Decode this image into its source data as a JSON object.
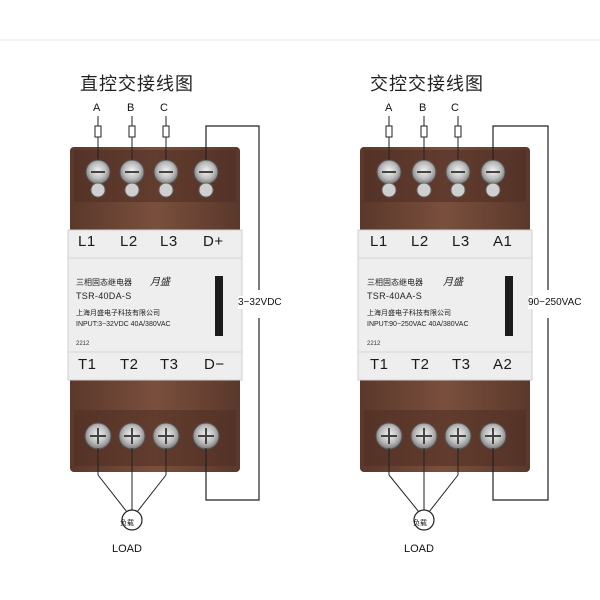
{
  "relays": [
    {
      "title": "直控交接线图",
      "phases": [
        "A",
        "B",
        "C"
      ],
      "top_terminals": [
        "L1",
        "L2",
        "L3",
        "D+"
      ],
      "bottom_terminals": [
        "T1",
        "T2",
        "T3",
        "D−"
      ],
      "name_cn": "三相固态继电器",
      "brand": "月盛",
      "model": "TSR-40DA-S",
      "company": "上海月盛电子科技有限公司",
      "spec": "INPUT:3−32VDC  40A/380VAC",
      "code": "2212",
      "control_voltage": "3−32VDC",
      "load_cn": "负载",
      "load": "LOAD"
    },
    {
      "title": "交控交接线图",
      "phases": [
        "A",
        "B",
        "C"
      ],
      "top_terminals": [
        "L1",
        "L2",
        "L3",
        "A1"
      ],
      "bottom_terminals": [
        "T1",
        "T2",
        "T3",
        "A2"
      ],
      "name_cn": "三相固态继电器",
      "brand": "月盛",
      "model": "TSR-40AA-S",
      "company": "上海月盛电子科技有限公司",
      "spec": "INPUT:90−250VAC  40A/380VAC",
      "code": "2212",
      "control_voltage": "90−250VAC",
      "load_cn": "负载",
      "load": "LOAD"
    }
  ],
  "colors": {
    "housing": "#6e4535",
    "housing_dark": "#4e2e22",
    "label_panel": "#eeeeee",
    "wire": "#222222"
  }
}
